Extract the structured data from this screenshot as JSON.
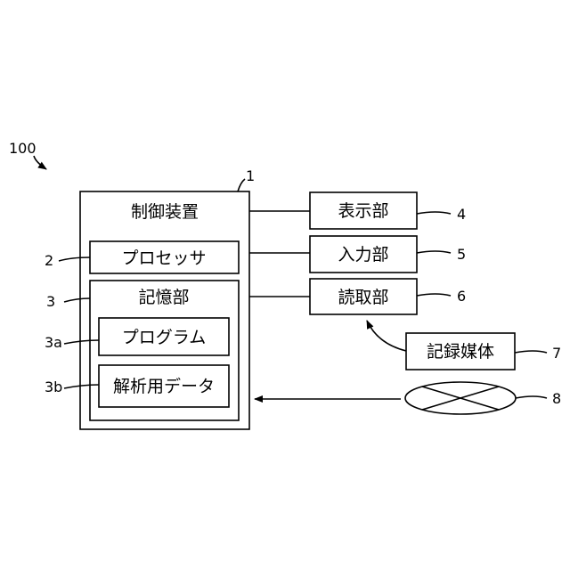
{
  "figure_ref": "100",
  "control_device": {
    "label": "制御装置",
    "ref": "1"
  },
  "processor": {
    "label": "プロセッサ",
    "ref": "2"
  },
  "storage": {
    "label": "記憶部",
    "ref": "3"
  },
  "program": {
    "label": "プログラム",
    "ref": "3a"
  },
  "analysis_data": {
    "label": "解析用データ",
    "ref": "3b"
  },
  "display": {
    "label": "表示部",
    "ref": "4"
  },
  "input": {
    "label": "入力部",
    "ref": "5"
  },
  "reader": {
    "label": "読取部",
    "ref": "6"
  },
  "recording_medium": {
    "label": "記録媒体",
    "ref": "7"
  },
  "media_disc": {
    "ref": "8"
  }
}
